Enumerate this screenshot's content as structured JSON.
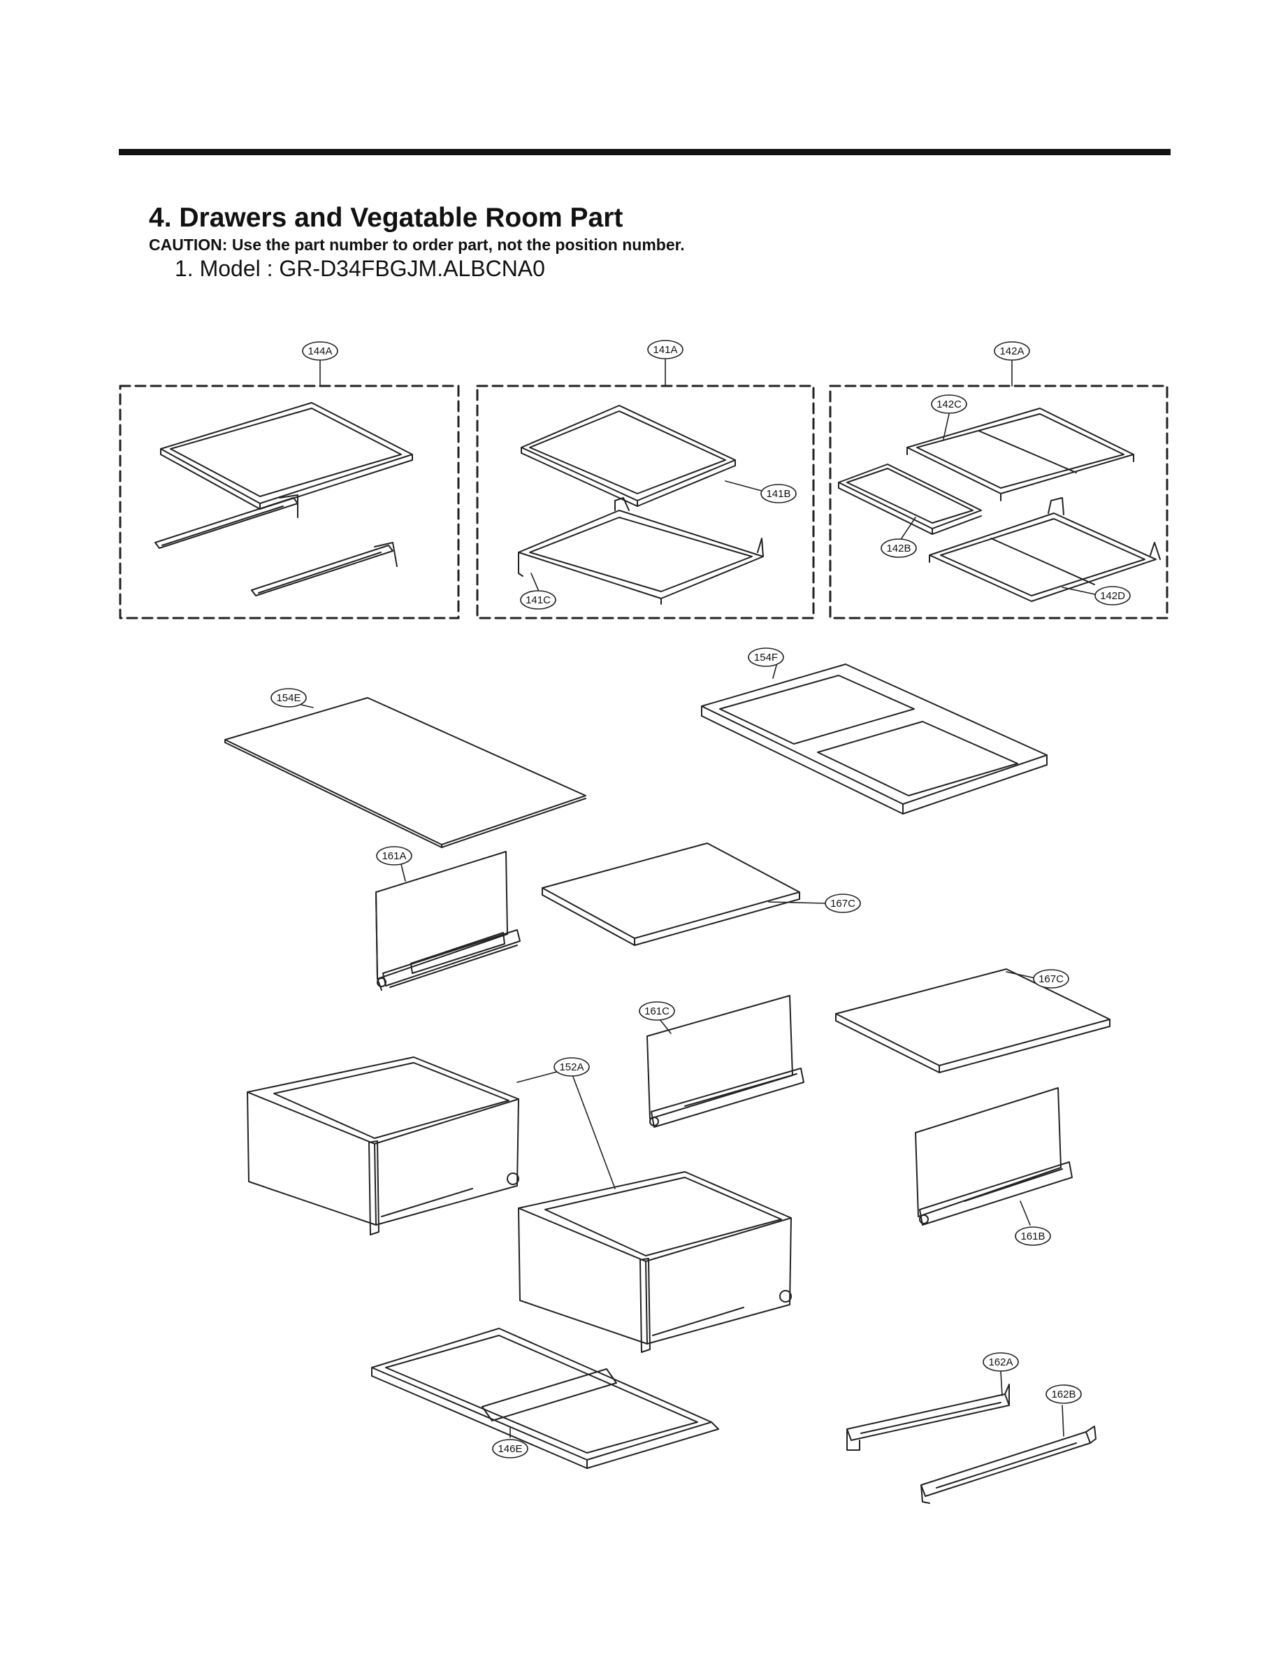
{
  "header": {
    "title": "4. Drawers and Vegatable Room Part",
    "caution": "CAUTION: Use the part number to order part, not the position number.",
    "model": "1. Model : GR-D34FBGJM.ALBCNA0"
  },
  "callouts": {
    "c144A": "144A",
    "c141A": "141A",
    "c142A": "142A",
    "c142C": "142C",
    "c141B": "141B",
    "c142B": "142B",
    "c141C": "141C",
    "c142D": "142D",
    "c154F": "154F",
    "c154E": "154E",
    "c161A": "161A",
    "c167C1": "167C",
    "c167C2": "167C",
    "c161C": "161C",
    "c152A": "152A",
    "c161B": "161B",
    "c162A": "162A",
    "c162B": "162B",
    "c146E": "146E"
  }
}
